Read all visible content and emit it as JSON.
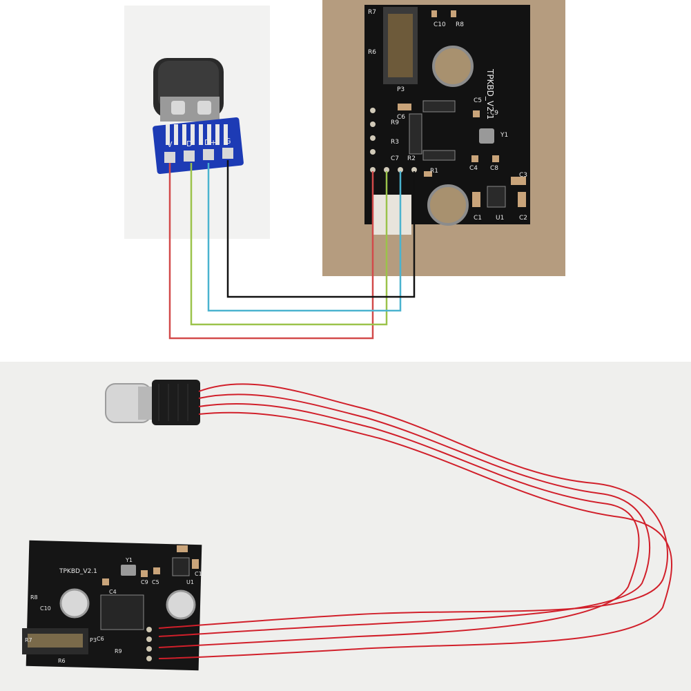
{
  "top_photo_usb": {
    "pin_labels": [
      "V",
      "D-",
      "D+",
      "G"
    ]
  },
  "top_photo_pcb": {
    "board_name": "TPKBD_V2.1",
    "silk_labels": [
      "R7",
      "R8",
      "C10",
      "R6",
      "P3",
      "C6",
      "R9",
      "R3",
      "C7",
      "R2",
      "C5",
      "C9",
      "Y1",
      "C4",
      "C8",
      "R1",
      "C1",
      "U1",
      "C2",
      "C3"
    ]
  },
  "wire_colors": {
    "V": "#d24a4a",
    "D-": "#9bc34a",
    "D+": "#4ab3cf",
    "G": "#111111"
  },
  "bottom_photo": {
    "board_name": "TPKBD_V2.1",
    "silk_labels": [
      "R8",
      "C10",
      "P3",
      "C6",
      "Y1",
      "C4",
      "C5",
      "C9",
      "U1",
      "C1",
      "R9",
      "R7",
      "R6"
    ],
    "wire_color": "#d11f2a"
  }
}
